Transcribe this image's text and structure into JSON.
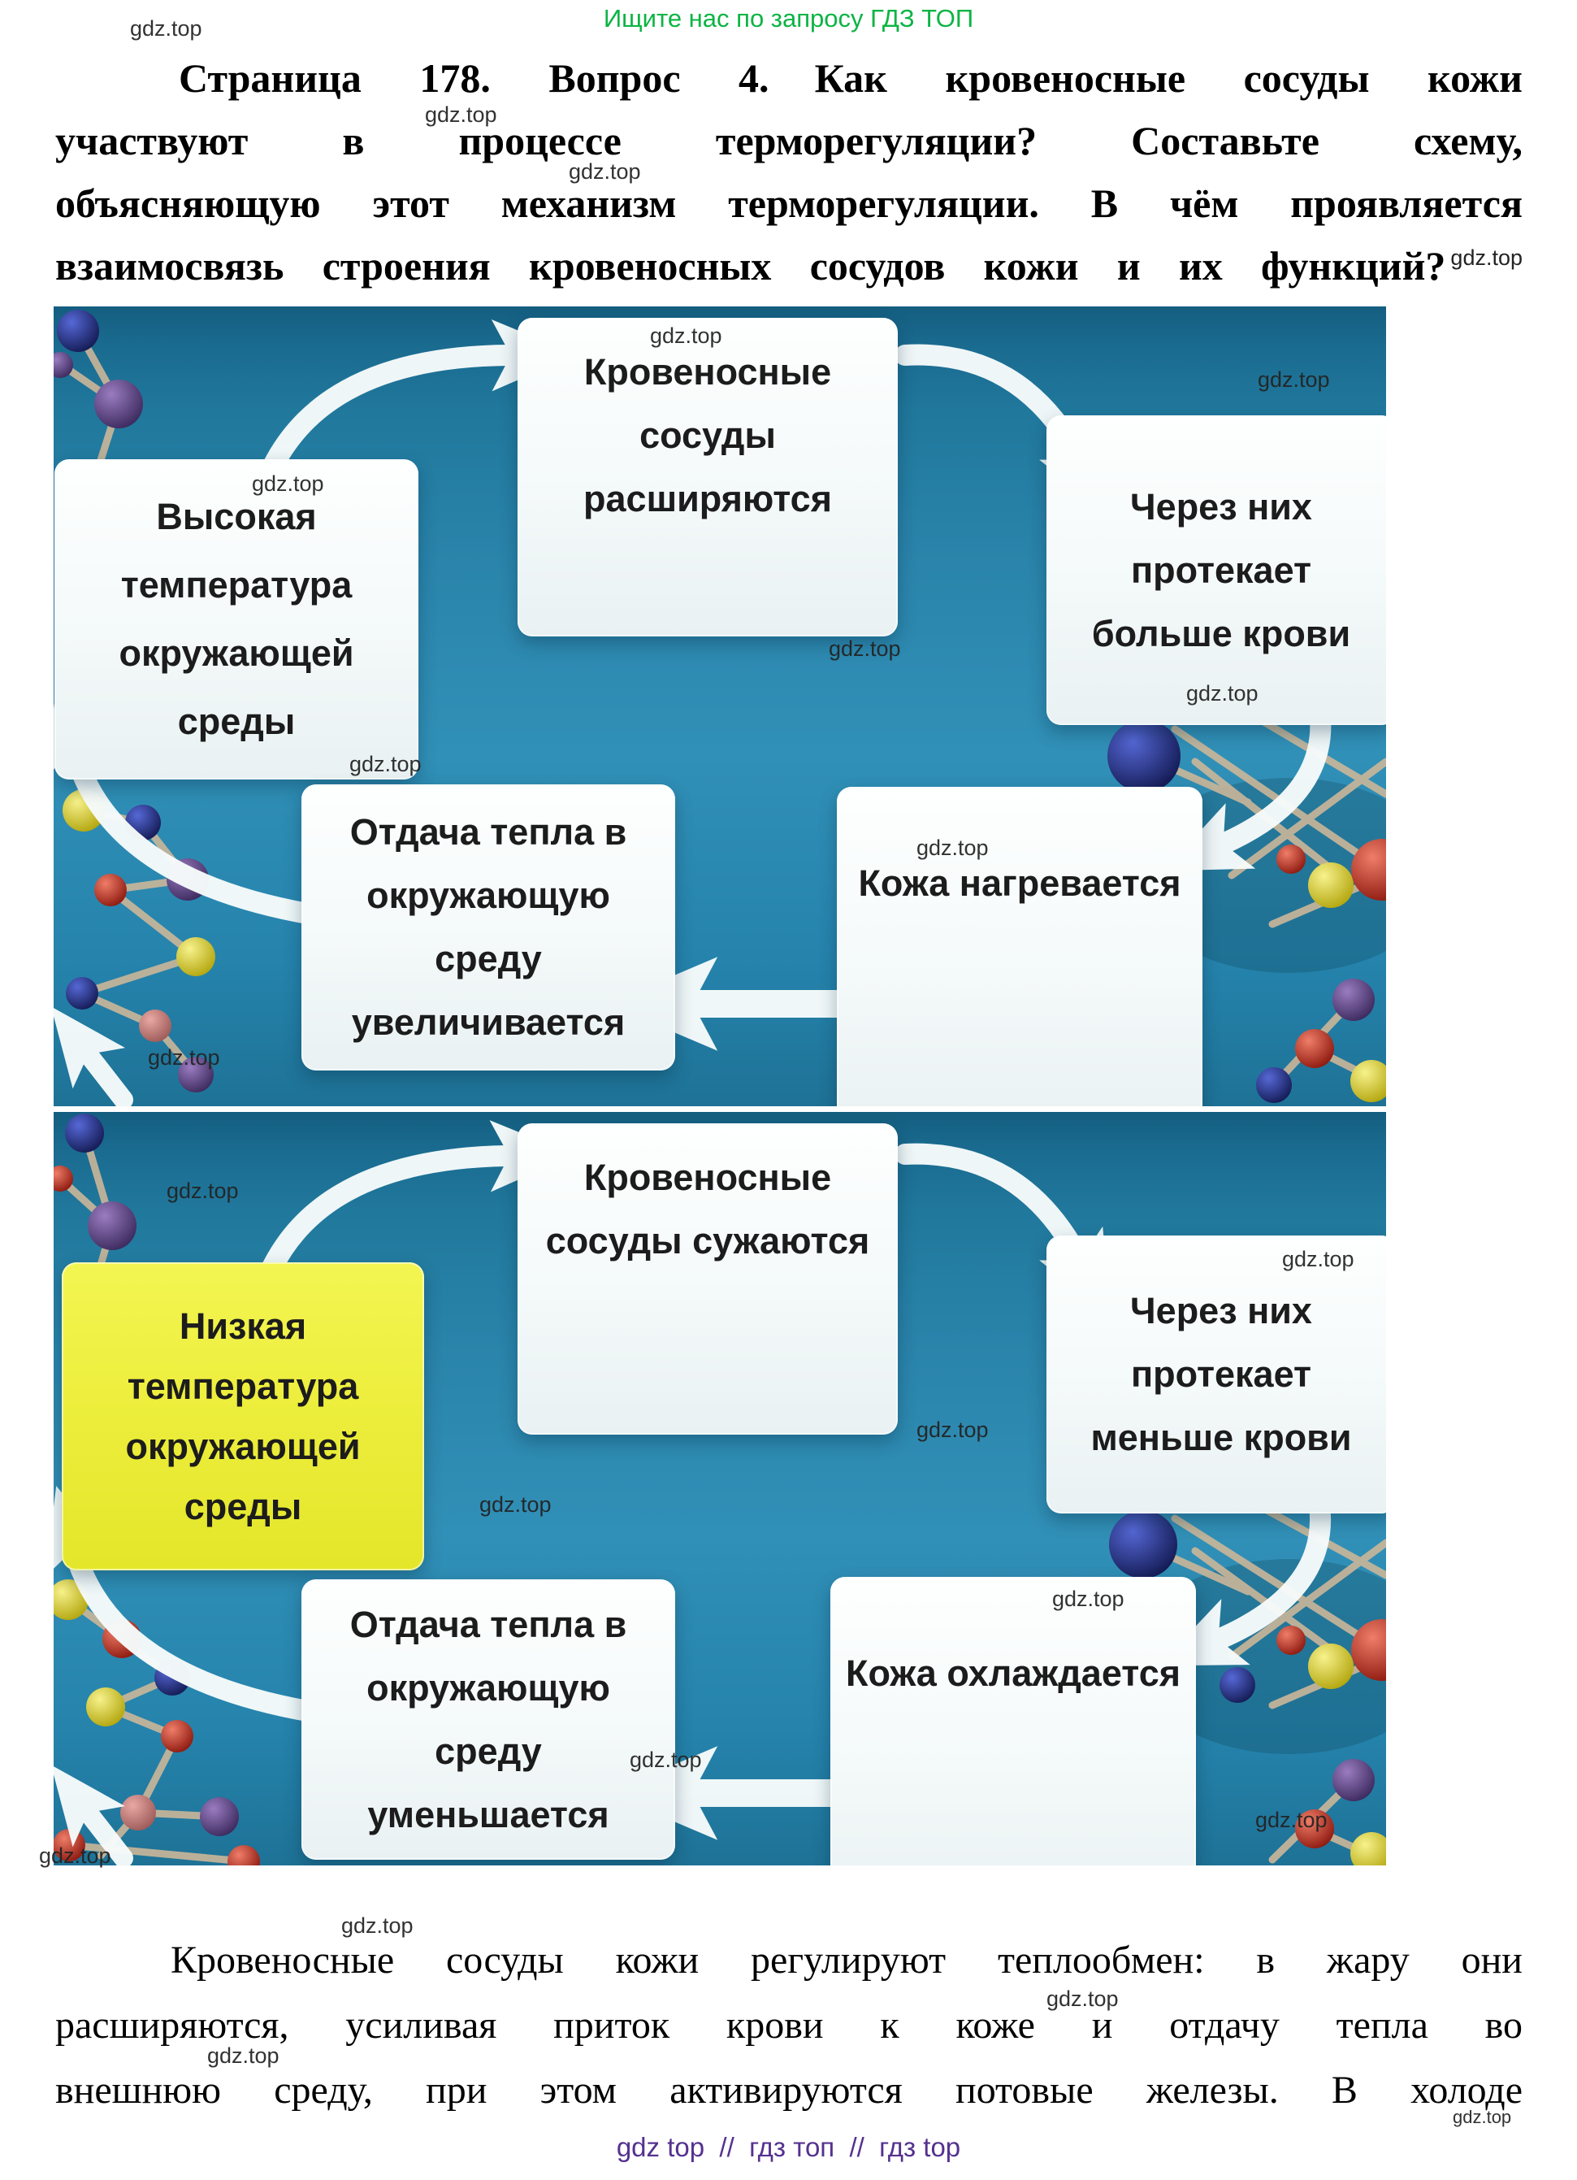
{
  "watermark": "gdz.top",
  "banner": {
    "text": "Ищите нас по запросу ГДЗ ТОП"
  },
  "question": {
    "line1_label": "Страница 178. Вопрос 4.",
    "line1_rest": "Как кровеносные сосуды кожи",
    "line2": "участвуют в процессе терморегуляции? Составьте схему,",
    "line3": "объясняющую этот механизм терморегуляции. В чём проявляется",
    "line4": "взаимосвязь строения кровеносных сосудов кожи и их функций?"
  },
  "diagram_hot": {
    "trigger": "Высокая температура окружающей среды",
    "vessels": "Кровеносные сосуды расширяются",
    "flow": "Через них протекает больше крови",
    "skin": "Кожа нагревается",
    "heat": "Отдача тепла в окружающую среду увеличивается"
  },
  "diagram_cold": {
    "trigger": "Низкая температура окружающей среды",
    "vessels": "Кровеносные сосуды сужаются",
    "flow": "Через них протекает меньше крови",
    "skin": "Кожа охлаждается",
    "heat": "Отдача тепла в окружающую среду уменьшается"
  },
  "answer": {
    "line1": "Кровеносные сосуды кожи регулируют теплообмен: в жару они",
    "line2": "расширяются, усиливая приток крови к коже и отдачу тепла во",
    "line3": "внешнюю среду, при этом активируются потовые железы. В холоде"
  },
  "footer": {
    "text": "gdz top  //  гдз топ  //  гдз top"
  },
  "colors": {
    "banner_green": "#0cb444",
    "footer_purple": "#55318f",
    "teal_background": "#2c87ae",
    "teal_dark_band": "#17678c",
    "box_white": "#f4f9f9",
    "highlight_yellow": "#edee3d",
    "arrow_white": "#f6fbfb",
    "watermark_text": "#232323"
  }
}
